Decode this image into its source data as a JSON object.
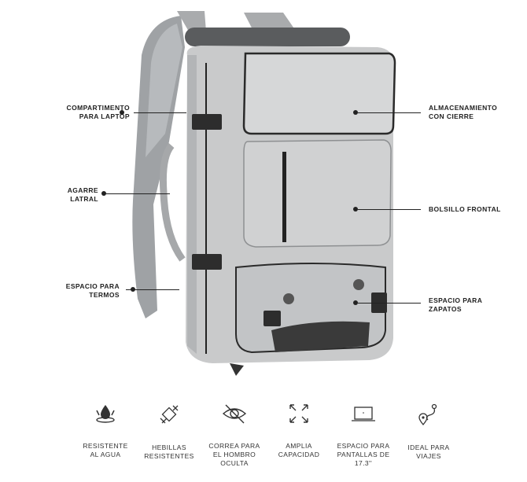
{
  "callouts": {
    "left": [
      {
        "label_line1": "COMPARTIMENTO",
        "label_line2": "PARA LAPTOP"
      },
      {
        "label_line1": "AGARRE",
        "label_line2": "LATRAL"
      },
      {
        "label_line1": "ESPACIO PARA",
        "label_line2": "TERMOS"
      }
    ],
    "right": [
      {
        "label_line1": "ALMACENAMIENTO",
        "label_line2": "CON CIERRE"
      },
      {
        "label_line1": "BOLSILLO FRONTAL",
        "label_line2": ""
      },
      {
        "label_line1": "ESPACIO PARA",
        "label_line2": "ZAPATOS"
      }
    ]
  },
  "features": [
    {
      "icon": "water-drop-icon",
      "line1": "RESISTENTE",
      "line2": "AL AGUA",
      "line3": ""
    },
    {
      "icon": "buckle-icon",
      "line1": "HEBILLAS",
      "line2": "RESISTENTES",
      "line3": ""
    },
    {
      "icon": "hidden-eye-icon",
      "line1": "CORREA PARA",
      "line2": "EL HOMBRO",
      "line3": "OCULTA"
    },
    {
      "icon": "expand-icon",
      "line1": "AMPLIA",
      "line2": "CAPACIDAD",
      "line3": ""
    },
    {
      "icon": "laptop-icon",
      "line1": "ESPACIO PARA",
      "line2": "PANTALLAS DE",
      "line3": "17.3''"
    },
    {
      "icon": "route-pin-icon",
      "line1": "IDEAL PARA",
      "line2": "VIAJES",
      "line3": ""
    }
  ],
  "colors": {
    "body": "#c9cacb",
    "dark": "#2a2a2a",
    "accent": "#9a9b9c"
  }
}
